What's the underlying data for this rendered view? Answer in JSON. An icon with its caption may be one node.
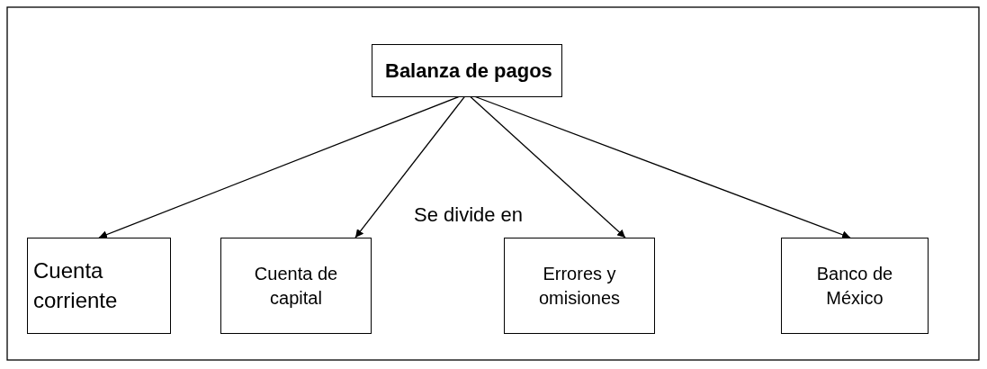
{
  "diagram": {
    "nodes": [
      {
        "text": [
          "Balanza de pagos"
        ]
      },
      {
        "text": [
          "Cuenta corriente"
        ]
      },
      {
        "text": [
          "Cuenta de capital"
        ]
      },
      {
        "text": [
          "Errores y omisiones"
        ]
      },
      {
        "text": [
          "Banco de México"
        ]
      }
    ],
    "edges": [
      {
        "from": 0,
        "to": 1,
        "arrow": "to"
      },
      {
        "from": 0,
        "to": 2,
        "arrow": "to"
      },
      {
        "from": 0,
        "to": 3,
        "arrow": "to"
      },
      {
        "from": 0,
        "to": 4,
        "arrow": "to"
      }
    ],
    "labels": [
      "Se divide en"
    ]
  }
}
